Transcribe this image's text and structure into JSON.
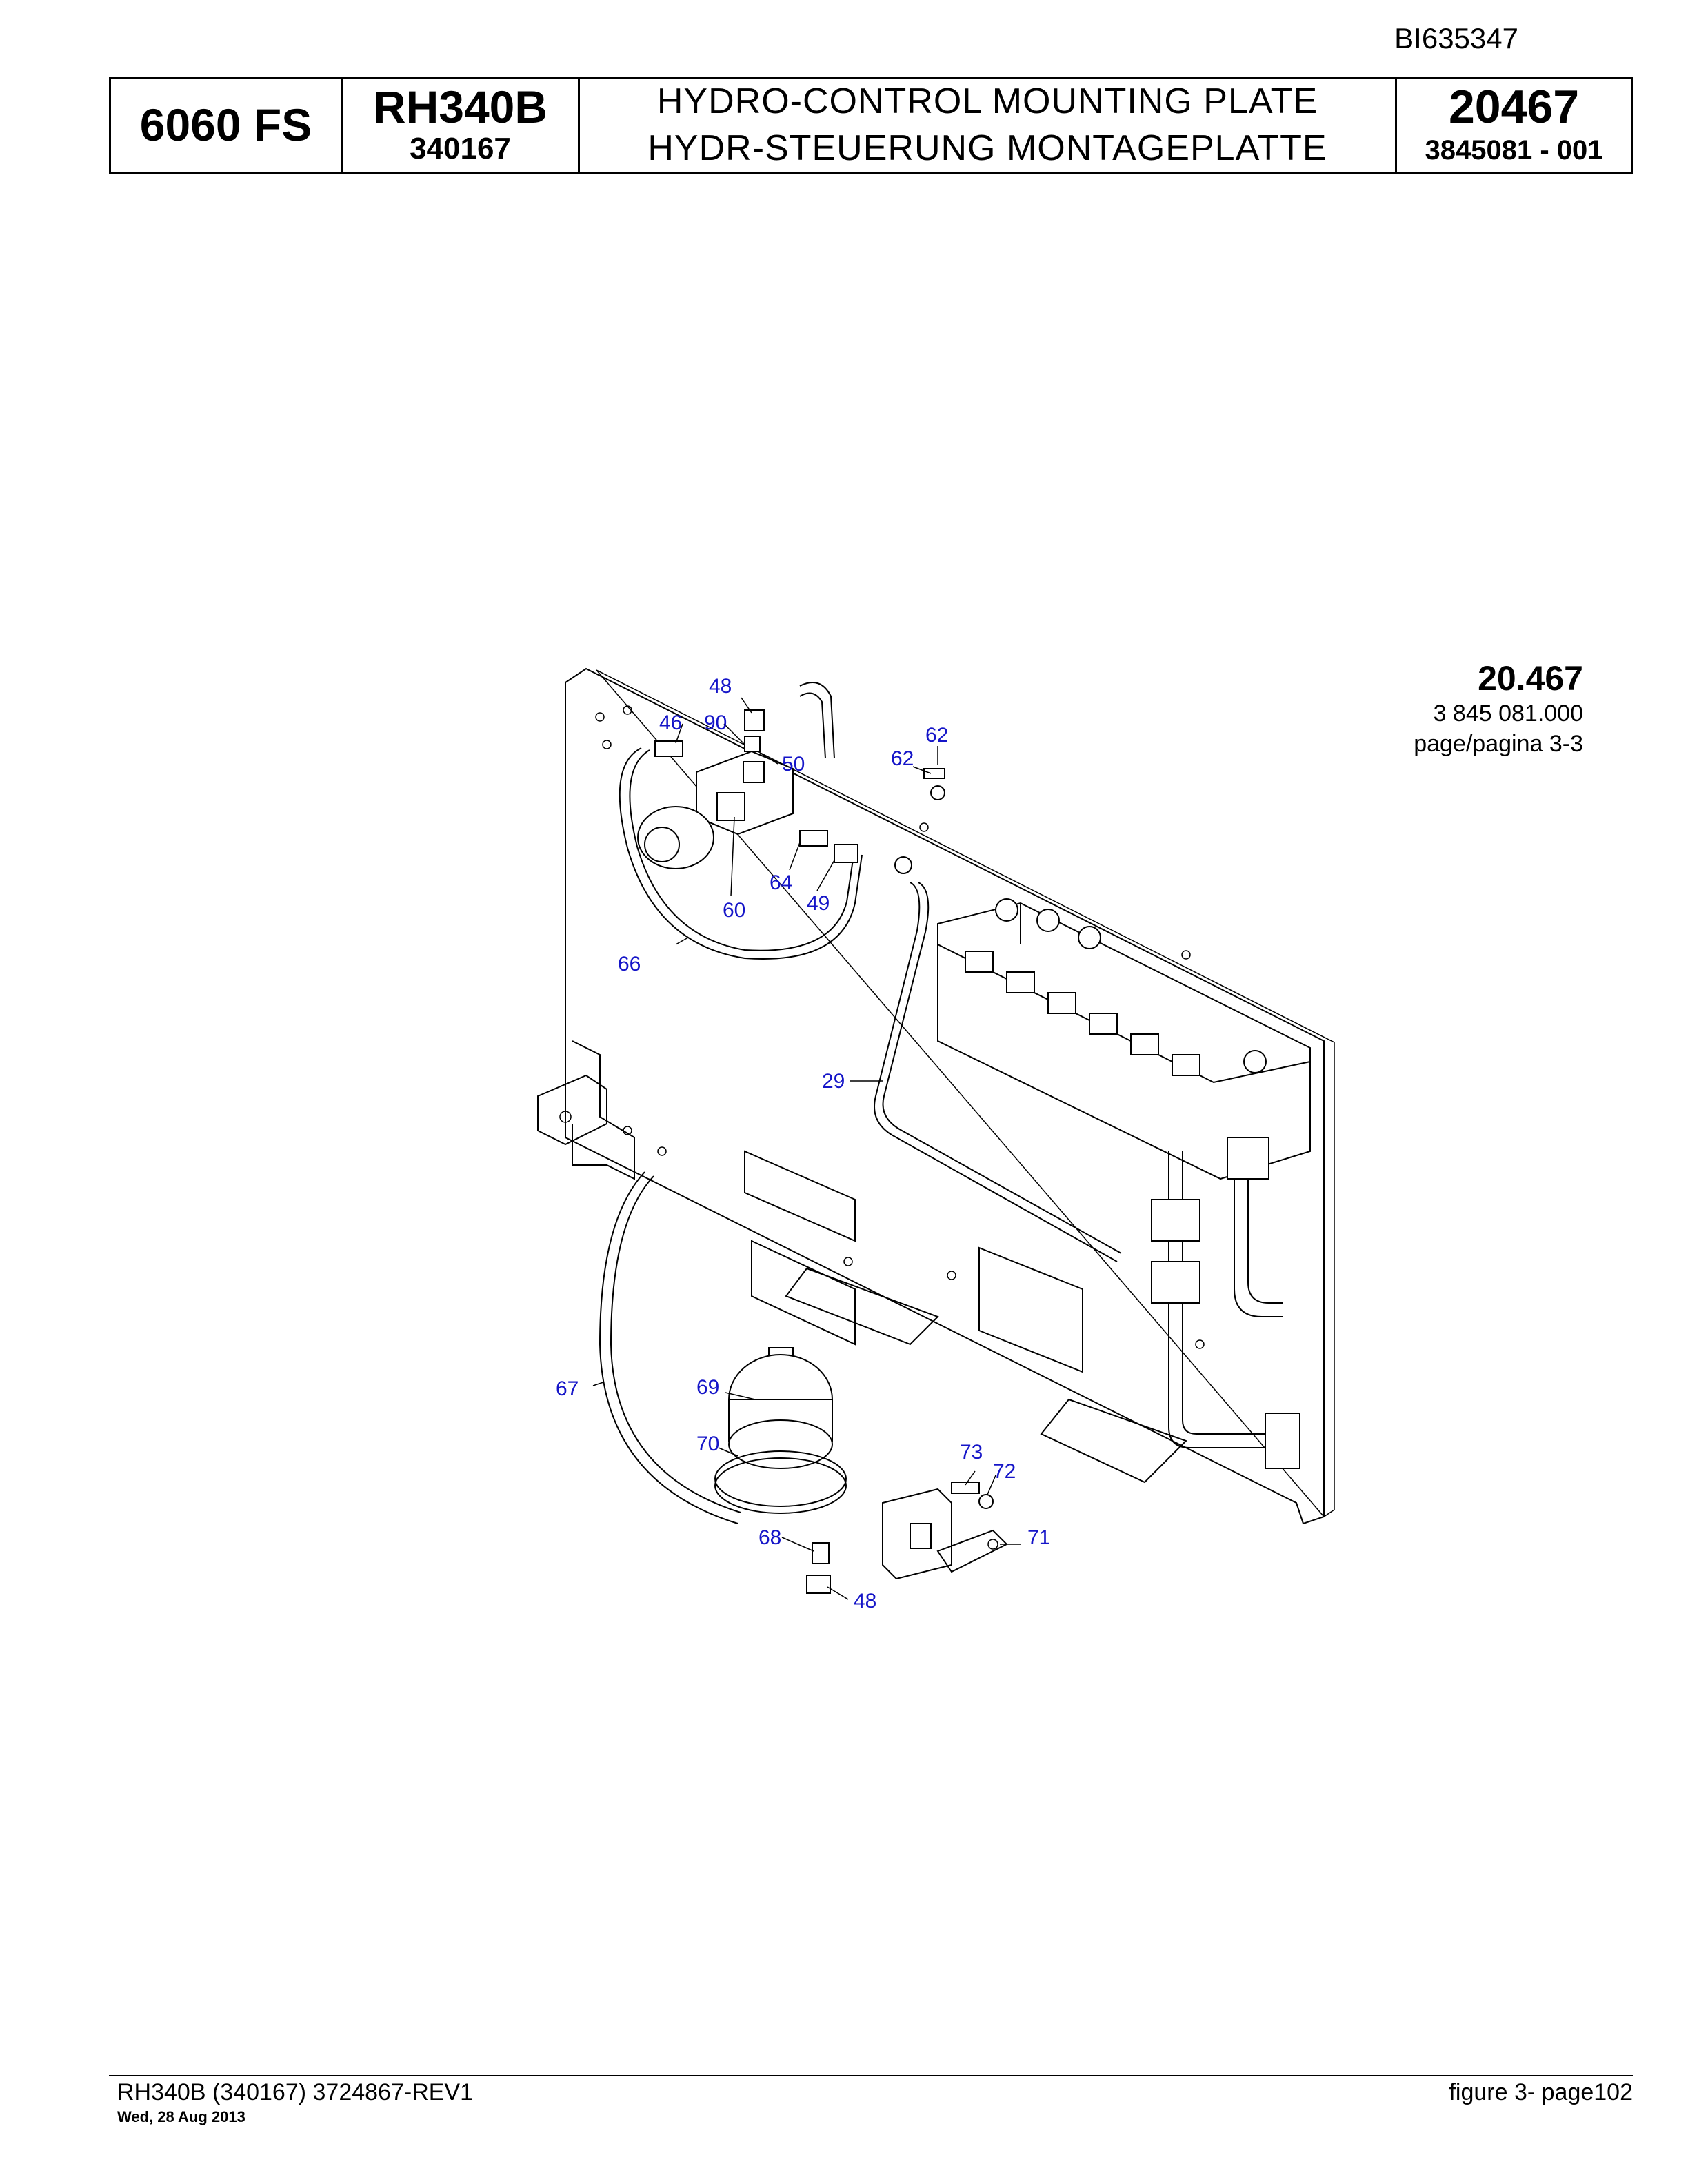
{
  "document_id": "BI635347",
  "header": {
    "model": "6060 FS",
    "machine_type": "RH340B",
    "machine_number": "340167",
    "title_en": "HYDRO-CONTROL MOUNTING PLATE",
    "title_de": "HYDR-STEUERUNG MONTAGEPLATTE",
    "group_number": "20467",
    "part_number": "3845081  - 001"
  },
  "figure_ref": {
    "number": "20.467",
    "drawing_number": "3 845 081.000",
    "page": "page/pagina 3-3"
  },
  "callouts": [
    {
      "id": "c48a",
      "label": "48"
    },
    {
      "id": "c46",
      "label": "46"
    },
    {
      "id": "c90",
      "label": "90"
    },
    {
      "id": "c50",
      "label": "50"
    },
    {
      "id": "c62a",
      "label": "62"
    },
    {
      "id": "c62b",
      "label": "62"
    },
    {
      "id": "c64",
      "label": "64"
    },
    {
      "id": "c60",
      "label": "60"
    },
    {
      "id": "c49",
      "label": "49"
    },
    {
      "id": "c66",
      "label": "66"
    },
    {
      "id": "c29",
      "label": "29"
    },
    {
      "id": "c67",
      "label": "67"
    },
    {
      "id": "c69",
      "label": "69"
    },
    {
      "id": "c70",
      "label": "70"
    },
    {
      "id": "c73",
      "label": "73"
    },
    {
      "id": "c72",
      "label": "72"
    },
    {
      "id": "c68",
      "label": "68"
    },
    {
      "id": "c71",
      "label": "71"
    },
    {
      "id": "c48b",
      "label": "48"
    }
  ],
  "colors": {
    "callout": "#1515c8",
    "line": "#000000"
  },
  "footer": {
    "left": "RH340B (340167) 3724867-REV1",
    "date": "Wed, 28 Aug 2013",
    "right": "figure  3- page102"
  }
}
